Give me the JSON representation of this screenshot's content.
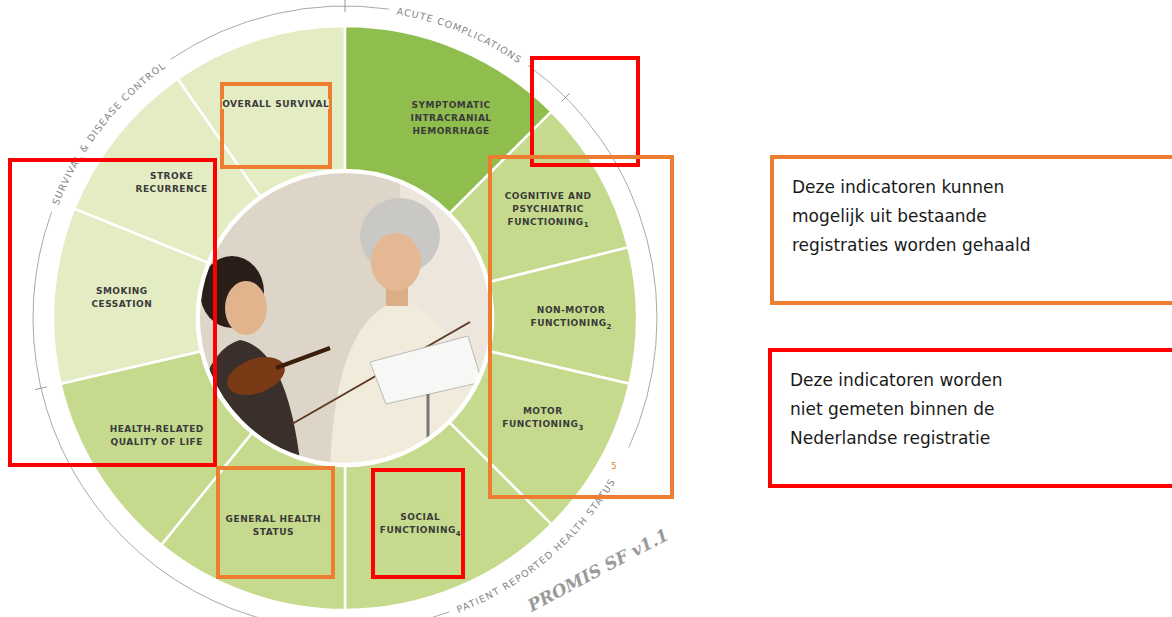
{
  "diagram": {
    "nodes": [
      {
        "text": [
          "OVERALL SURVIVAL"
        ]
      },
      {
        "text": [
          "SYMPTOMATIC INTRACRANIAL HEMORRHAGE"
        ]
      },
      {
        "text": [
          "COGNITIVE AND PSYCHIATRIC FUNCTIONING",
          "1"
        ]
      },
      {
        "text": [
          "NON-MOTOR FUNCTIONING",
          "2"
        ]
      },
      {
        "text": [
          "MOTOR FUNCTIONING",
          "3"
        ]
      },
      {
        "text": [
          "SOCIAL FUNCTIONING",
          "4"
        ]
      },
      {
        "text": [
          "GENERAL HEALTH STATUS"
        ]
      },
      {
        "text": [
          "HEALTH-RELATED QUALITY OF LIFE"
        ]
      },
      {
        "text": [
          "SMOKING CESSATION"
        ]
      },
      {
        "text": [
          "STROKE RECURRENCE"
        ]
      }
    ],
    "labels": [
      "ACUTE COMPLICATIONS",
      "SURVIVAL & DISEASE CONTROL",
      "PATIENT REPORTED HEALTH STATUS",
      "5",
      "PROMIS SF v1.1"
    ],
    "legend": [
      {
        "text": "Deze indicatoren kunnen mogelijk uit bestaande registraties worden gehaald",
        "color": "#ED7D31"
      },
      {
        "text": "Deze indicatoren worden niet gemeten binnen de Nederlandse registratie",
        "color": "#FF0000"
      }
    ]
  }
}
